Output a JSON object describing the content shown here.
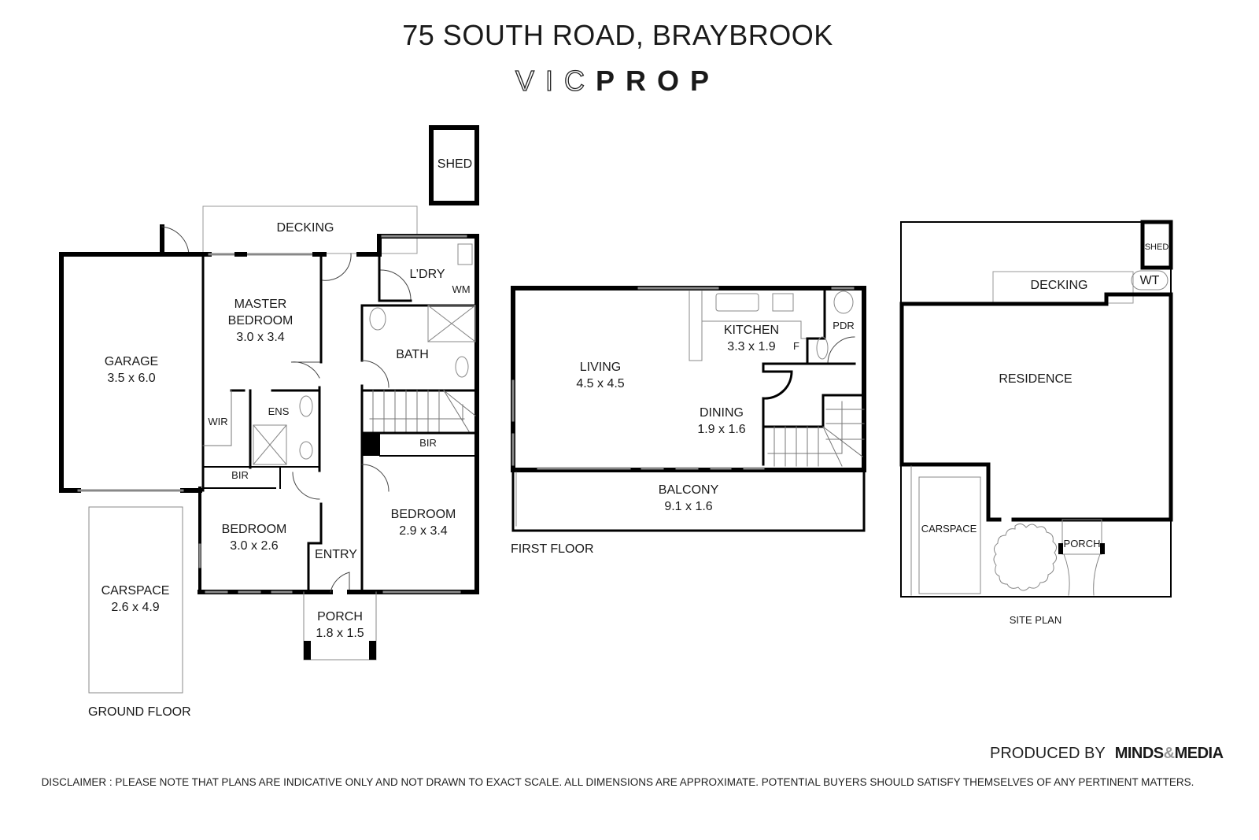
{
  "header": {
    "title": "75 SOUTH ROAD, BRAYBROOK",
    "brand_outline": "VIC",
    "brand_solid": "PROP"
  },
  "ground_floor": {
    "label": "GROUND FLOOR",
    "rooms": {
      "shed": {
        "name": "SHED"
      },
      "decking": {
        "name": "DECKING"
      },
      "laundry": {
        "name": "L’DRY",
        "fixture": "WM"
      },
      "garage": {
        "name": "GARAGE",
        "dims": "3.5 x 6.0"
      },
      "master_bedroom": {
        "name_line1": "MASTER",
        "name_line2": "BEDROOM",
        "dims": "3.0 x 3.4"
      },
      "bath": {
        "name": "BATH"
      },
      "wir": {
        "name": "WIR"
      },
      "ensuite": {
        "name": "ENS"
      },
      "bir_left": {
        "name": "BIR"
      },
      "bir_right": {
        "name": "BIR"
      },
      "bedroom_left": {
        "name": "BEDROOM",
        "dims": "3.0 x 2.6"
      },
      "bedroom_right": {
        "name": "BEDROOM",
        "dims": "2.9 x 3.4"
      },
      "entry": {
        "name": "ENTRY"
      },
      "porch": {
        "name": "PORCH",
        "dims": "1.8 x 1.5"
      },
      "carspace": {
        "name": "CARSPACE",
        "dims": "2.6 x 4.9"
      }
    }
  },
  "first_floor": {
    "label": "FIRST FLOOR",
    "rooms": {
      "living": {
        "name": "LIVING",
        "dims": "4.5 x 4.5"
      },
      "kitchen": {
        "name": "KITCHEN",
        "dims": "3.3 x 1.9",
        "fixture": "F"
      },
      "pdr": {
        "name": "PDR"
      },
      "dining": {
        "name": "DINING",
        "dims": "1.9 x 1.6"
      },
      "balcony": {
        "name": "BALCONY",
        "dims": "9.1 x 1.6"
      }
    }
  },
  "site_plan": {
    "label": "SITE PLAN",
    "areas": {
      "shed": {
        "name": "SHED"
      },
      "decking": {
        "name": "DECKING"
      },
      "water_tank": {
        "name": "WT"
      },
      "residence": {
        "name": "RESIDENCE"
      },
      "carspace": {
        "name": "CARSPACE"
      },
      "porch": {
        "name": "PORCH"
      }
    }
  },
  "footer": {
    "produced_by": "PRODUCED BY",
    "producer_part1": "MINDS",
    "producer_amp": "&",
    "producer_part2": "MEDIA",
    "disclaimer": "DISCLAIMER : PLEASE NOTE THAT PLANS ARE INDICATIVE ONLY AND NOT DRAWN TO EXACT SCALE. ALL DIMENSIONS ARE APPROXIMATE. POTENTIAL BUYERS SHOULD SATISFY THEMSELVES OF ANY PERTINENT MATTERS."
  }
}
